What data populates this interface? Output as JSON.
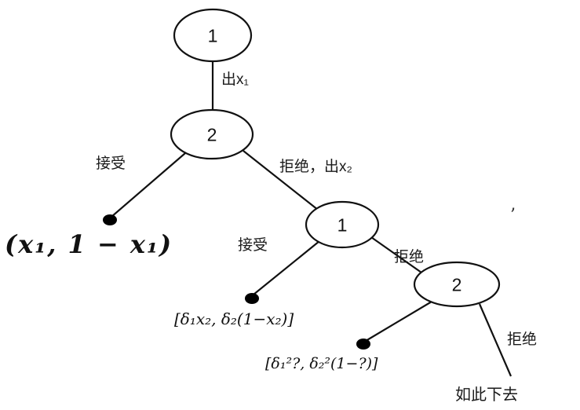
{
  "diagram": {
    "nodes": {
      "root_player": "1",
      "second_player": "2",
      "third_player": "1",
      "fourth_player": "2"
    },
    "edge_labels": {
      "offer_x1": "出x₁",
      "accept_1": "接受",
      "reject_offer_x2": "拒绝，出x₂",
      "accept_2": "接受",
      "reject_2": "拒绝",
      "reject_3": "拒绝"
    },
    "payoffs": {
      "accept_first": "(x₁, 1 − x₁)",
      "accept_second": "[δ₁x₂, δ₂(1−x₂)]",
      "accept_third": "[δ₁²?, δ₂²(1−?)]"
    },
    "continuation_label": "如此下去",
    "stray_mark": "’",
    "colors": {
      "stroke": "#111111",
      "background": "#ffffff"
    }
  }
}
